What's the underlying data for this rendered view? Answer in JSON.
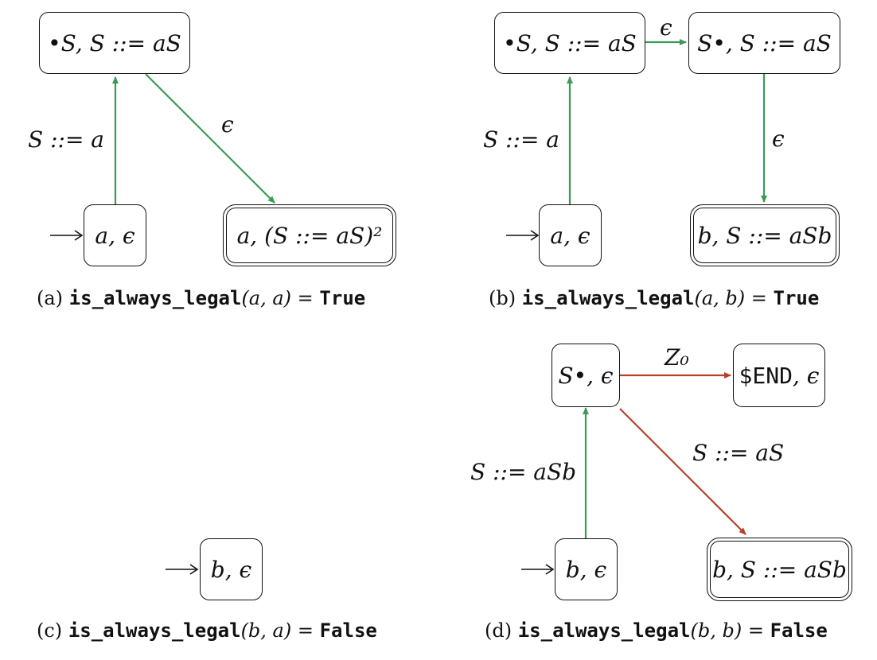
{
  "colors": {
    "green": "#3a9a56",
    "red": "#b5412d",
    "stroke": "#111111"
  },
  "panel_a": {
    "node_top": "•S, S ::= aS",
    "node_start": "a, ϵ",
    "node_accept": "a, (S ::= aS)²",
    "edge_up_label": "S ::= a",
    "edge_diag_label": "ϵ",
    "caption_prefix": "(a)",
    "caption_fn": "is_always_legal",
    "caption_args": "(a, a) =",
    "caption_result": "True"
  },
  "panel_b": {
    "node_top_left": "•S, S ::= aS",
    "node_top_right": "S•, S ::= aS",
    "node_start": "a, ϵ",
    "node_accept": "b, S ::= aSb",
    "edge_up_label": "S ::= a",
    "edge_right_label": "ϵ",
    "edge_down_label": "ϵ",
    "caption_prefix": "(b)",
    "caption_fn": "is_always_legal",
    "caption_args": "(a, b) =",
    "caption_result": "True"
  },
  "panel_c": {
    "node_start": "b, ϵ",
    "caption_prefix": "(c)",
    "caption_fn": "is_always_legal",
    "caption_args": "(b, a) =",
    "caption_result": "False"
  },
  "panel_d": {
    "node_top": "S•, ϵ",
    "node_end_prefix": "$END",
    "node_end_suffix": ", ϵ",
    "node_start": "b, ϵ",
    "node_accept": "b, S ::= aSb",
    "edge_up_label": "S ::= aSb",
    "edge_right_label": "Z₀",
    "edge_diag_label": "S ::= aS",
    "caption_prefix": "(d)",
    "caption_fn": "is_always_legal",
    "caption_args": "(b, b) =",
    "caption_result": "False"
  }
}
